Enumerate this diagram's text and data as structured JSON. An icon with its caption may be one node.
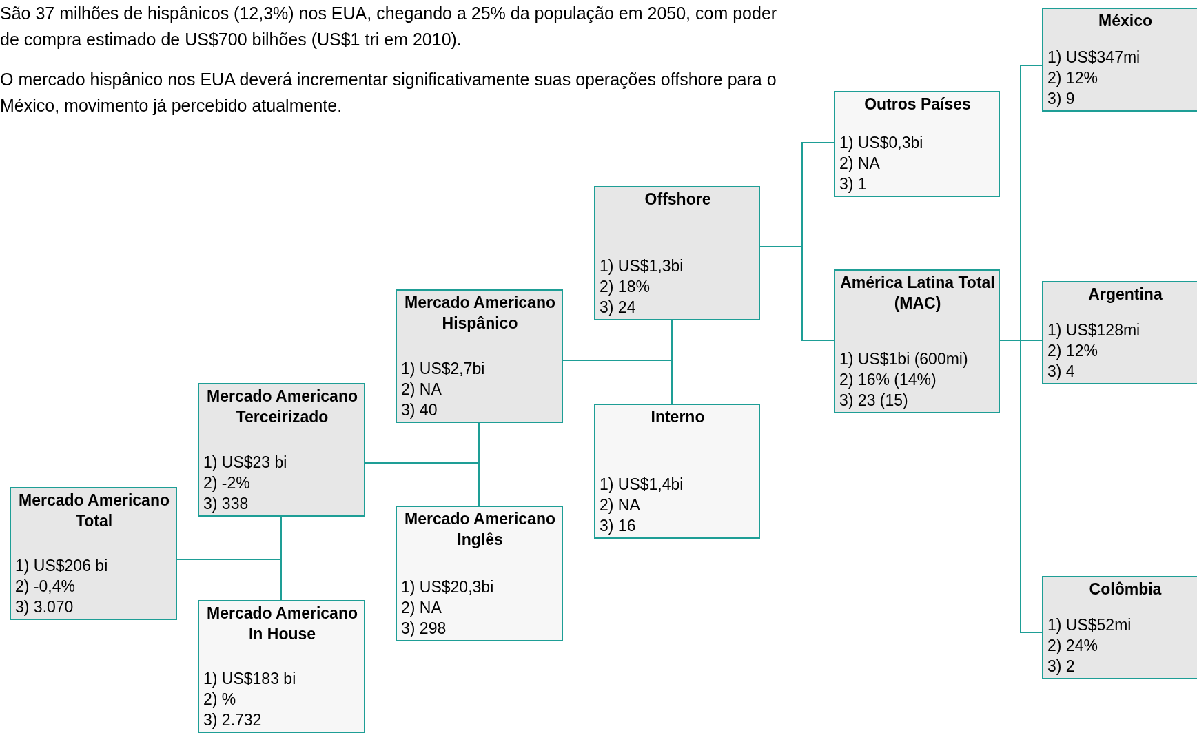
{
  "diagram": {
    "nodes": [
      {
        "text": [
          "Mercado Americano Total",
          "1) US$206 bi",
          "2) -0,4%",
          "3) 3.070"
        ]
      },
      {
        "text": [
          "Mercado Americano Terceirizado",
          "1) US$23 bi",
          "2) -2%",
          "3) 338"
        ]
      },
      {
        "text": [
          "Mercado Americano In House",
          "1) US$183 bi",
          "2) %",
          "3) 2.732"
        ]
      },
      {
        "text": [
          "Mercado Americano Hispânico",
          "1) US$2,7bi",
          "2) NA",
          "3) 40"
        ]
      },
      {
        "text": [
          "Mercado Americano Inglês",
          "1) US$20,3bi",
          "2) NA",
          "3) 298"
        ]
      },
      {
        "text": [
          "Offshore",
          "1) US$1,3bi",
          "2) 18%",
          "3) 24"
        ]
      },
      {
        "text": [
          "Interno",
          "1) US$1,4bi",
          "2) NA",
          "3) 16"
        ]
      },
      {
        "text": [
          "Outros Países",
          "1) US$0,3bi",
          "2) NA",
          "3) 1"
        ]
      },
      {
        "text": [
          "América Latina Total (MAC)",
          "1) US$1bi (600mi)",
          "2) 16% (14%)",
          "3) 23 (15)"
        ]
      },
      {
        "text": [
          "México",
          "1) US$347mi",
          "2) 12%",
          "3) 9"
        ]
      },
      {
        "text": [
          "Argentina",
          "1) US$128mi",
          "2) 12%",
          "3) 4"
        ]
      },
      {
        "text": [
          "Colômbia",
          "1) US$52mi",
          "2) 24%",
          "3) 2"
        ]
      }
    ],
    "edges": [
      {
        "from": 0,
        "to": 1,
        "arrow": "none"
      },
      {
        "from": 0,
        "to": 2,
        "arrow": "none"
      },
      {
        "from": 1,
        "to": 3,
        "arrow": "none"
      },
      {
        "from": 1,
        "to": 4,
        "arrow": "none"
      },
      {
        "from": 3,
        "to": 5,
        "arrow": "none"
      },
      {
        "from": 3,
        "to": 6,
        "arrow": "none"
      },
      {
        "from": 5,
        "to": 7,
        "arrow": "none"
      },
      {
        "from": 5,
        "to": 8,
        "arrow": "none"
      },
      {
        "from": 8,
        "to": 9,
        "arrow": "none"
      },
      {
        "from": 8,
        "to": 10,
        "arrow": "none"
      },
      {
        "from": 8,
        "to": 11,
        "arrow": "none"
      }
    ],
    "labels": [
      "São 37 milhões de hispânicos (12,3%) nos EUA, chegando a 25% da população em 2050, com poder de compra estimado de US$700 bilhões (US$1 tri em 2010).",
      "O mercado hispânico nos EUA deverá incrementar significativamente suas operações offshore para o México, movimento já percebido atualmente."
    ]
  }
}
